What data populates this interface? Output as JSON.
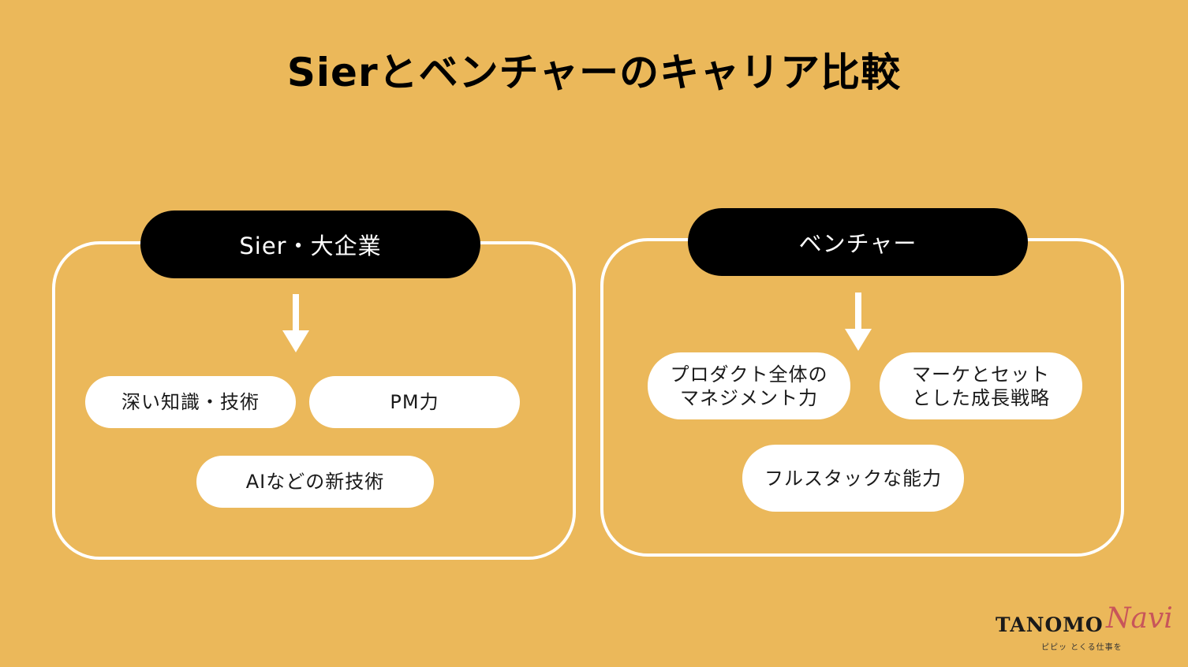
{
  "title": "Sierとベンチャーのキャリア比較",
  "left": {
    "header": "Sier・大企業",
    "items": [
      "深い知識・技術",
      "PM力",
      "AIなどの新技術"
    ]
  },
  "right": {
    "header": "ベンチャー",
    "items": [
      "プロダクト全体の\nマネジメント力",
      "マーケとセット\nとした成長戦略",
      "フルスタックな能力"
    ]
  },
  "logo": {
    "main": "TANOMO",
    "script": "Navi",
    "tagline": "ピピッ とくる仕事を"
  },
  "colors": {
    "background": "#EBB85A",
    "header": "#000000",
    "pill": "#FFFFFF",
    "accent": "#C8555A"
  }
}
